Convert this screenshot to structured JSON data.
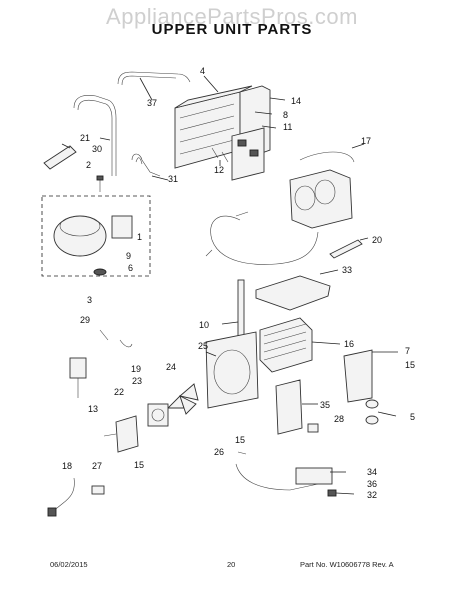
{
  "watermark": "AppliancePartsPros.com",
  "title": "UPPER UNIT PARTS",
  "callouts": {
    "c4": "4",
    "c37": "37",
    "c14": "14",
    "c8": "8",
    "c11": "11",
    "c12": "12",
    "c21": "21",
    "c30": "30",
    "c2": "2",
    "c31": "31",
    "c17": "17",
    "c9": "9",
    "c1": "1",
    "c6": "6",
    "c3": "3",
    "c20": "20",
    "c33": "33",
    "c10": "10",
    "c29": "29",
    "c19": "19",
    "c16": "16",
    "c7": "7",
    "c15a": "15",
    "c25": "25",
    "c24": "24",
    "c13": "13",
    "c22": "22",
    "c23": "23",
    "c5": "5",
    "c35": "35",
    "c28": "28",
    "c15b": "15",
    "c26": "26",
    "c27": "27",
    "c15c": "15",
    "c18": "18",
    "c34": "34",
    "c36": "36",
    "c32": "32"
  },
  "footer": {
    "date": "06/02/2015",
    "page": "20",
    "part_no": "Part No.  W10606778  Rev. A"
  }
}
